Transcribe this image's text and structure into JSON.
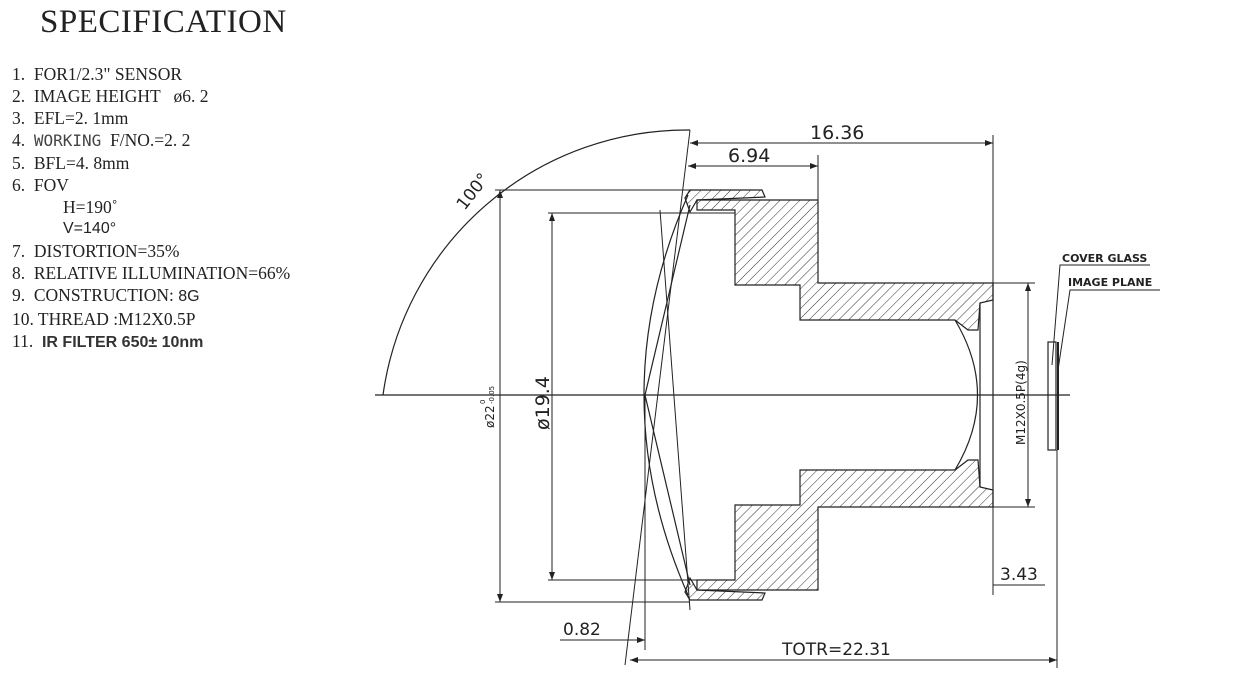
{
  "title": "SPECIFICATION",
  "spec": {
    "i1": "1.  FOR1/2.3\" SENSOR",
    "i2": "2.  IMAGE HEIGHT   ø6. 2",
    "i3": "3.  EFL=2. 1mm",
    "i4_num": "4.  ",
    "i4_word": "WORKING",
    "i4_rest": "  F/NO.=2. 2",
    "i5": "5.  BFL=4. 8mm",
    "i6": "6.  FOV",
    "i6_h": "H=190˚",
    "i6_v": "V=140°",
    "i7": "7.  DISTORTION=35%",
    "i8": "8.  RELATIVE ILLUMINATION=66%",
    "i9": "9.  CONSTRUCTION: ",
    "i9_val": "8G",
    "i10": "10. THREAD :M12X0.5P",
    "i11_num": "11.  ",
    "i11": "IR FILTER 650± 10nm"
  },
  "drawing": {
    "angle": "100°",
    "dim_total_length": "16.36",
    "dim_front": "6.94",
    "dim_outer_dia": "ø22",
    "dim_outer_tol_upper": "0",
    "dim_outer_tol_lower": "-0.05",
    "dim_inner_dia": "ø19.4",
    "dim_thread": "M12X0.5P(4g)",
    "dim_bfl": "3.43",
    "dim_front_offset": "0.82",
    "dim_totr": "TOTR=22.31",
    "label_cover_glass": "COVER GLASS",
    "label_image_plane": "IMAGE PLANE"
  }
}
